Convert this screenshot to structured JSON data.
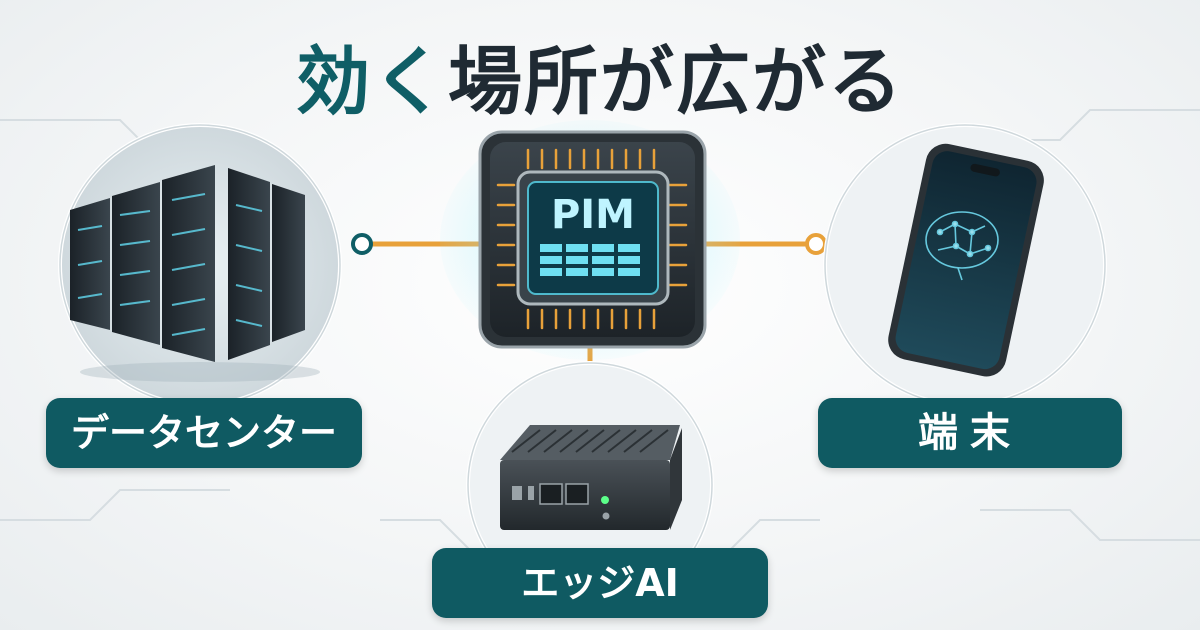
{
  "title": {
    "accent": "効く",
    "rest": "場所が広がる"
  },
  "hub": {
    "chip_label": "PIM"
  },
  "nodes": {
    "datacenter": {
      "label": "データセンター"
    },
    "device": {
      "label": "端末"
    },
    "edge": {
      "label": "エッジAI"
    }
  },
  "colors": {
    "title_dark": "#1f2a33",
    "accent_teal": "#0f5e66",
    "label_bg": "#0f5a62",
    "connector_orange": "#e8a13a",
    "chip_glow": "#5ad8ee"
  }
}
